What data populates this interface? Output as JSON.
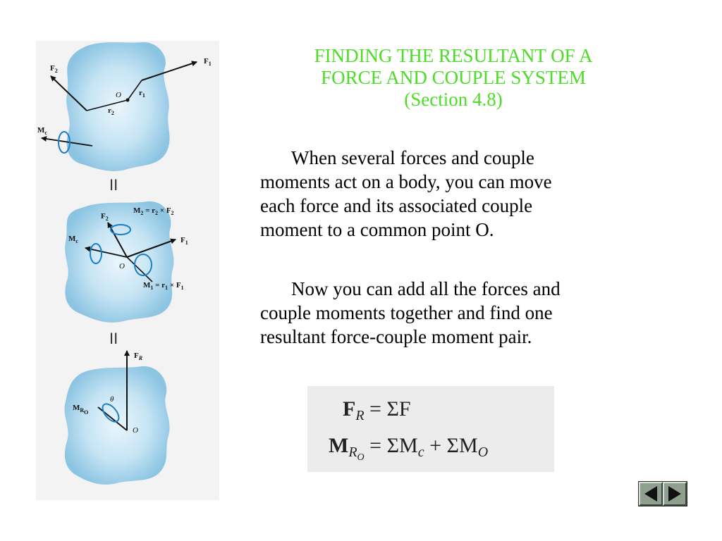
{
  "title": {
    "line1": "FINDING THE RESULTANT OF A",
    "line2": "FORCE  AND  COUPLE SYSTEM",
    "line3": "(Section 4.8)",
    "color": "#4ddc27"
  },
  "paragraphs": [
    {
      "lines": [
        "When several forces and couple",
        "moments act on a body, you can move",
        "each force and its associated couple",
        "moment to a common point O."
      ]
    },
    {
      "lines": [
        "Now you can add all the forces and",
        "couple moments together and find one",
        "resultant force-couple moment pair."
      ]
    }
  ],
  "figure": {
    "top": {
      "f2": "F",
      "f2_sub": "2",
      "f1": "F",
      "f1_sub": "1",
      "o": "O",
      "r1": "r",
      "r1_sub": "1",
      "r2": "r",
      "r2_sub": "2",
      "mc": "M",
      "mc_sub": "c"
    },
    "equals_sign": "II",
    "middle": {
      "m2": "M",
      "m2_sub": "2",
      "m2_rhs": " = r",
      "m2_rhs_sub": "2",
      "m2_times": " × F",
      "m2_times_sub": "2",
      "f2": "F",
      "f2_sub": "2",
      "mc": "M",
      "mc_sub": "c",
      "f1": "F",
      "f1_sub": "1",
      "o": "O",
      "m1": "M",
      "m1_sub": "1",
      "m1_rhs": " = r",
      "m1_rhs_sub": "1",
      "m1_times": " × F",
      "m1_times_sub": "1"
    },
    "bottom": {
      "fr": "F",
      "fr_sub": "R",
      "theta": "θ",
      "mro": "M",
      "mro_sub": "R",
      "mro_subsub": "O",
      "o": "O"
    },
    "blob_color": "#9fd0ea",
    "arrow_color": "#1a7fc4"
  },
  "equations": {
    "eq1": {
      "lhs": "F",
      "lhs_sub": "R",
      "rhs": " = ΣF"
    },
    "eq2": {
      "lhs": "M",
      "lhs_sub": "R",
      "lhs_subsub": "O",
      "rhs1": " = ΣM",
      "rhs1_sub": "c",
      "rhs2": " + ΣM",
      "rhs2_sub": "O"
    }
  },
  "nav": {
    "prev_icon": "triangle-left-icon",
    "next_icon": "triangle-right-icon"
  }
}
